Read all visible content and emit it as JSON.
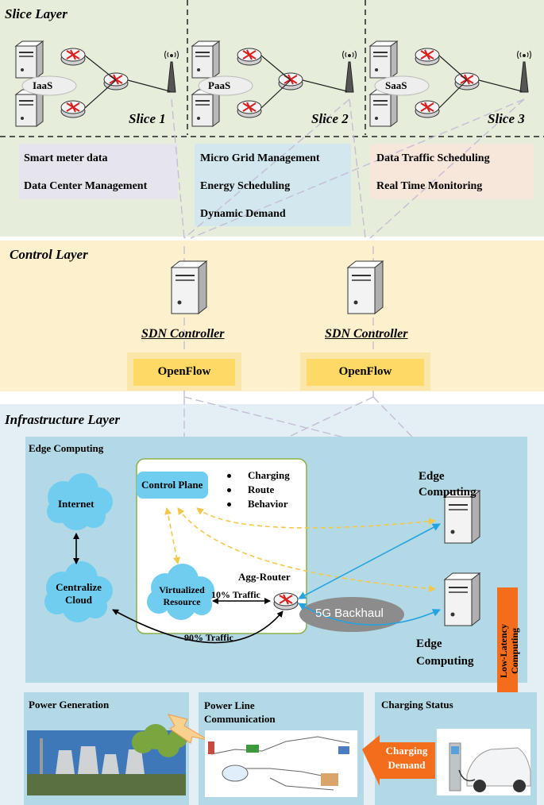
{
  "colors": {
    "slice_bg": "#e6eedb",
    "control_bg": "#fcf0cd",
    "infra_bg": "#e3eff4",
    "edge_box_bg": "#b3d9e6",
    "openflow_fill": "#ffd966",
    "openflow_outline": "#fae6a8",
    "cloud_blue": "#6fcdf0",
    "arrow_blue": "#23a4e0",
    "arrow_yellow": "#f3c84a",
    "orange": "#f46d1c",
    "backhaul_gray": "#8c8c8c",
    "green_outline": "#8ab04d"
  },
  "slice_layer": {
    "title": "Slice Layer",
    "slices": [
      {
        "label": "Slice 1",
        "service": "IaaS"
      },
      {
        "label": "Slice 2",
        "service": "PaaS"
      },
      {
        "label": "Slice 3",
        "service": "SaaS"
      }
    ],
    "functions": [
      [
        "Smart meter data",
        "Data Center Management"
      ],
      [
        "Micro Grid Management",
        "Energy Scheduling",
        "Dynamic Demand"
      ],
      [
        "Data Traffic Scheduling",
        "Real Time Monitoring"
      ]
    ]
  },
  "control_layer": {
    "title": "Control Layer",
    "controllers": [
      {
        "label": "SDN Controller",
        "protocol": "OpenFlow"
      },
      {
        "label": "SDN Controller",
        "protocol": "OpenFlow"
      }
    ]
  },
  "infrastructure_layer": {
    "title": "Infrastructure Layer",
    "edge_computing_title": "Edge Computing",
    "internet": "Internet",
    "centralize_cloud": "Centralize Cloud",
    "control_plane": "Control Plane",
    "control_plane_items": [
      "Charging",
      "Route",
      "Behavior"
    ],
    "virtualized_resource": "Virtualized Resource",
    "agg_router": "Agg-Router",
    "traffic_local": "10% Traffic",
    "traffic_cloud": "90% Traffic",
    "backhaul": "5G Backhaul",
    "edge_node_top": "Edge Computing",
    "edge_node_bottom": "Edge Computing",
    "low_latency": "Low-Latency Computing"
  },
  "bottom": {
    "power_generation": "Power Generation",
    "power_line": "Power Line Communication",
    "charging_status": "Charging Status",
    "charging_demand": "Charging Demand"
  }
}
